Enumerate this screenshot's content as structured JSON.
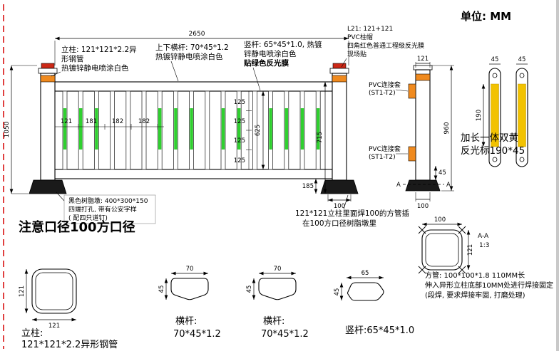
{
  "unit_label": "单位: MM",
  "colors": {
    "green": "#2fd02f",
    "yellow": "#f2c200",
    "orange": "#f08a1e",
    "cap_red": "#cc2816",
    "edge_red": "#e04040"
  },
  "fence": {
    "bar_count": 17,
    "green_bar_indices": [
      0,
      1,
      2,
      6,
      7,
      8,
      10,
      11,
      13,
      14,
      15,
      16
    ],
    "labels": {
      "post_l1": "立柱: 121*121*2.2异",
      "post_l2": "形钢管",
      "post_l3": "热镀锌静电喷涂白色",
      "rail_l1": "上下横杆: 70*45*1.2",
      "rail_l2": "热镀锌静电喷涂白色",
      "vbar_l1": "竖杆: 65*45*1.0, 热镀",
      "vbar_l2": "锌静电喷涂白色",
      "vbar_l3": "贴绿色反光膜",
      "cap_l1": "L21: 121+121",
      "cap_l2": "PVC柱帽",
      "cap_l3": "四角红色普通工程级反光膜",
      "cap_l4": "现场贴"
    },
    "dims": {
      "width": "2650",
      "height": "1050",
      "d121": "121",
      "d181": "181",
      "d182": "182",
      "d125": "125",
      "d625": "625",
      "d715": "715",
      "d185": "185",
      "d100": "100"
    },
    "notes": {
      "resin_l1": "黑色树脂墩: 400*300*150",
      "resin_l2": "四端打孔, 带有公安字样",
      "resin_l3": "( 配四只道钉)",
      "caliber": "注意口径100方口径",
      "weld_l1": "121*121立柱里面焊100的方管插",
      "weld_l2": "在100方口径树脂墩里"
    }
  },
  "side_view": {
    "d121": "121",
    "d960": "960",
    "d45": "45",
    "d100": "100",
    "pvc_l1": "PVC连接套",
    "pvc_l2": "(ST1-T2)",
    "a_mark": "A"
  },
  "reflector": {
    "d45": "45",
    "d190": "190",
    "label_l1": "加长一体双黄",
    "label_l2": "反光标190*45"
  },
  "sections": {
    "post": {
      "w": "121",
      "h": "121",
      "label_l1": "立柱:",
      "label_l2": "121*121*2.2异形钢管"
    },
    "rail": {
      "w": "70",
      "h": "45",
      "label_l1": "横杆:",
      "label_l2": "70*45*1.2"
    },
    "vbar": {
      "w": "65",
      "h": "45",
      "label": "竖杆:65*45*1.0"
    },
    "aa": {
      "d100": "100",
      "d121": "121",
      "title": "A-A",
      "scale": "1:3"
    },
    "tube_note_l1": "方管: 100*100*1.8 110MM长",
    "tube_note_l2": "伸入异形立柱底部10MM处进行焊接固定",
    "tube_note_l3": "(段焊, 要求焊接牢固, 打磨处理)"
  }
}
